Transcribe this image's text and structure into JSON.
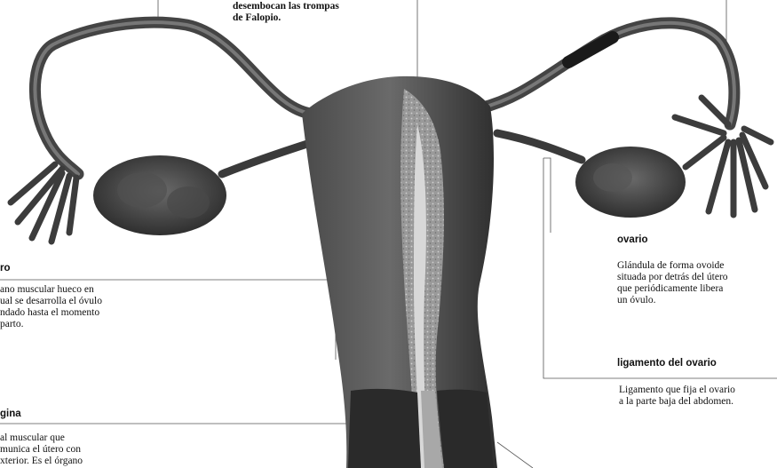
{
  "top_fragment": "",
  "top_center": "desembocan las trompas\nde Falopio.",
  "utero": {
    "heading": "ro",
    "text": "ano muscular hueco en\nual se desarrolla el óvulo\nndado hasta el momento\nparto."
  },
  "vagina": {
    "heading": "gina",
    "text": "al muscular que\nmunica el útero con\nxterior. Es el órgano"
  },
  "ovario": {
    "heading": "ovario",
    "text": "Glándula de forma ovoide\nsituada por detrás del útero\nque periódicamente libera\nun óvulo."
  },
  "ligamento": {
    "heading": "ligamento del ovario",
    "text": "Ligamento que fija el ovario\na la parte baja del abdomen."
  },
  "bottom_fragment": "",
  "colors": {
    "tissue_dark": "#3a3a3a",
    "tissue_mid": "#5c5c5c",
    "tissue_light": "#8a8a8a",
    "leader_line": "#555555",
    "background": "#ffffff"
  }
}
